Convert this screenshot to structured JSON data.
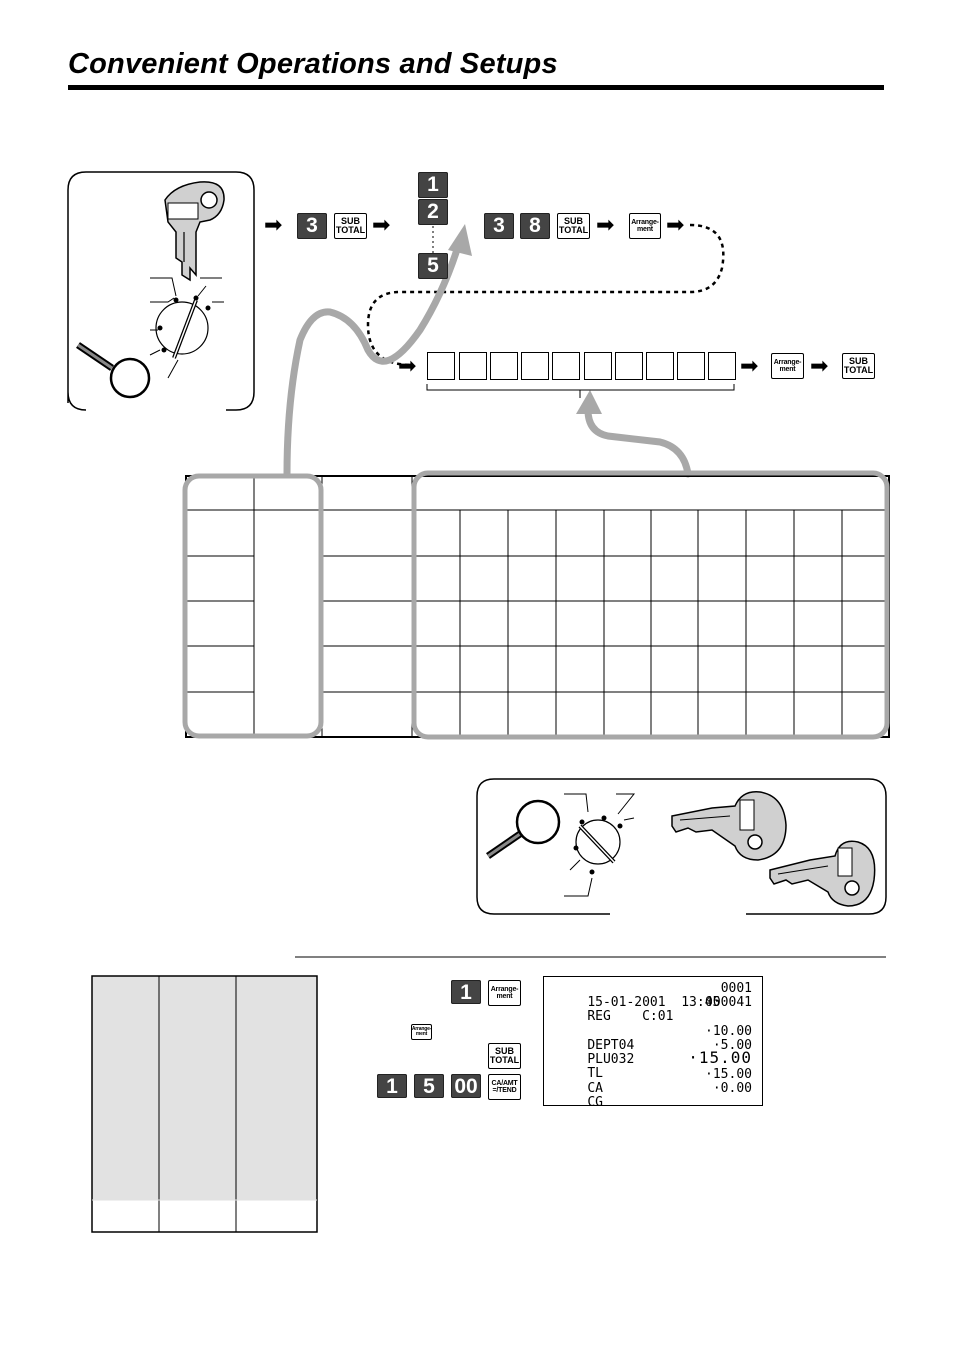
{
  "page": {
    "title": "Convenient Operations and Setups"
  },
  "keys": {
    "num_3": "3",
    "num_8": "8",
    "num_1": "1",
    "num_2": "2",
    "num_5": "5",
    "num_00": "00",
    "subtotal": "SUB\nTOTAL",
    "arrangement": "Arrange-\nment",
    "ca_amt_tend": "CA/AMT\n=/TEND"
  },
  "receipt": {
    "line1_left": "15-01-2001  13:45",
    "line1_right": "0001",
    "line2_left": "REG    C:01",
    "line2_right": "000041",
    "rows": [
      {
        "label": "DEPT04",
        "value": "·10.00"
      },
      {
        "label": "PLU032",
        "value": "·5.00"
      },
      {
        "label": "TL",
        "value": "·15.00",
        "big": true
      },
      {
        "label": "CA",
        "value": "·15.00"
      },
      {
        "label": "CG",
        "value": "·0.00"
      }
    ]
  },
  "colors": {
    "key_fill": "#444444",
    "panel_shade": "#e2e2e2",
    "flow_arrow": "#a8a8a8"
  }
}
